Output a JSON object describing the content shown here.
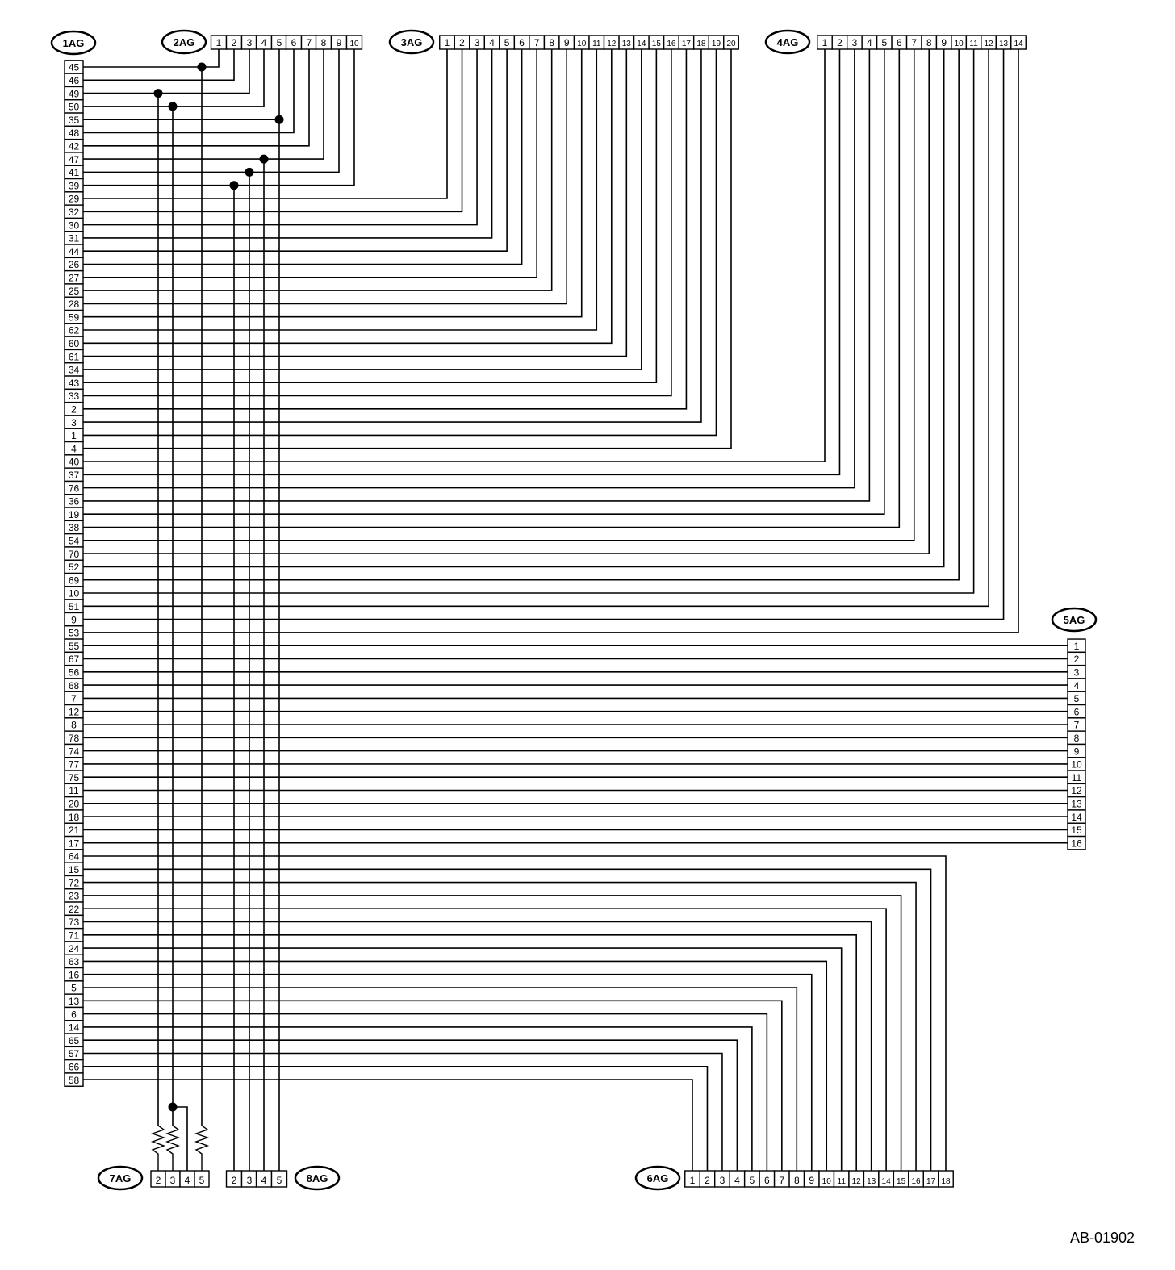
{
  "figure_code": "AB-01902",
  "connectors": {
    "c1AG": {
      "label": "1AG",
      "pins": [
        "45",
        "46",
        "49",
        "50",
        "35",
        "48",
        "42",
        "47",
        "41",
        "39",
        "29",
        "32",
        "30",
        "31",
        "44",
        "26",
        "27",
        "25",
        "28",
        "59",
        "62",
        "60",
        "61",
        "34",
        "43",
        "33",
        "2",
        "3",
        "1",
        "4",
        "40",
        "37",
        "76",
        "36",
        "19",
        "38",
        "54",
        "70",
        "52",
        "69",
        "10",
        "51",
        "9",
        "53",
        "55",
        "67",
        "56",
        "68",
        "7",
        "12",
        "8",
        "78",
        "74",
        "77",
        "75",
        "11",
        "20",
        "18",
        "21",
        "17",
        "64",
        "15",
        "72",
        "23",
        "22",
        "73",
        "71",
        "24",
        "63",
        "16",
        "5",
        "13",
        "6",
        "14",
        "65",
        "57",
        "66",
        "58"
      ]
    },
    "c2AG": {
      "label": "2AG",
      "pins": [
        "1",
        "2",
        "3",
        "4",
        "5",
        "6",
        "7",
        "8",
        "9",
        "10"
      ]
    },
    "c3AG": {
      "label": "3AG",
      "pins": [
        "1",
        "2",
        "3",
        "4",
        "5",
        "6",
        "7",
        "8",
        "9",
        "10",
        "11",
        "12",
        "13",
        "14",
        "15",
        "16",
        "17",
        "18",
        "19",
        "20"
      ]
    },
    "c4AG": {
      "label": "4AG",
      "pins": [
        "1",
        "2",
        "3",
        "4",
        "5",
        "6",
        "7",
        "8",
        "9",
        "10",
        "11",
        "12",
        "13",
        "14"
      ]
    },
    "c5AG": {
      "label": "5AG",
      "pins": [
        "1",
        "2",
        "3",
        "4",
        "5",
        "6",
        "7",
        "8",
        "9",
        "10",
        "11",
        "12",
        "13",
        "14",
        "15",
        "16"
      ]
    },
    "c6AG": {
      "label": "6AG",
      "pins": [
        "1",
        "2",
        "3",
        "4",
        "5",
        "6",
        "7",
        "8",
        "9",
        "10",
        "11",
        "12",
        "13",
        "14",
        "15",
        "16",
        "17",
        "18"
      ]
    },
    "c7AG": {
      "label": "7AG",
      "pins": [
        "2",
        "3",
        "4",
        "5"
      ]
    },
    "c8AG": {
      "label": "8AG",
      "pins": [
        "2",
        "3",
        "4",
        "5"
      ]
    }
  }
}
